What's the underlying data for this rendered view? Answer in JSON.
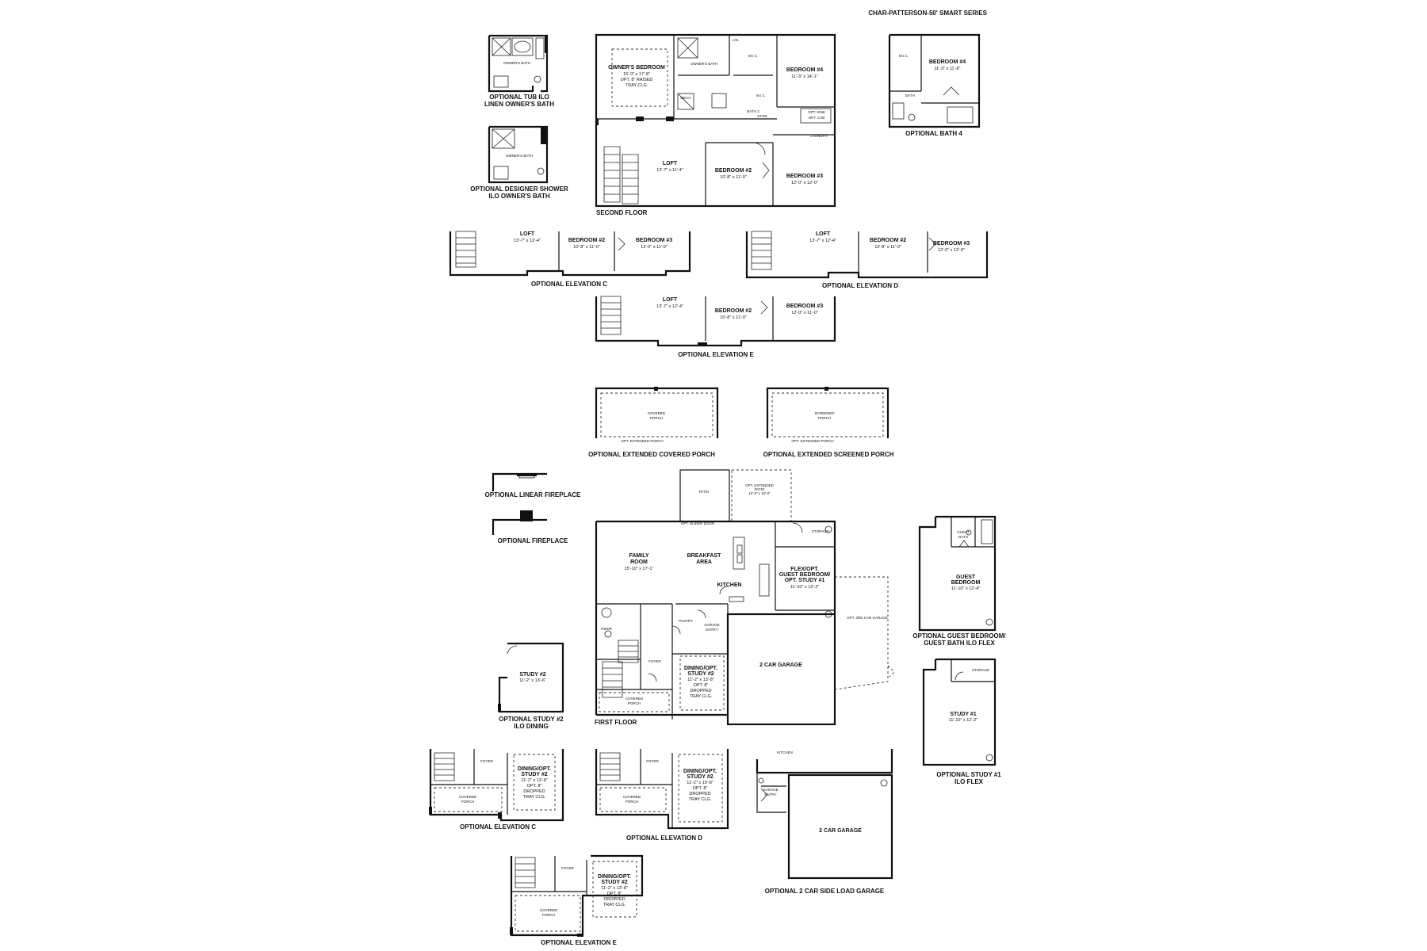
{
  "header": {
    "series_title": "CHAR-PATTERSON-50' SMART SERIES"
  },
  "second_floor": {
    "caption": "SECOND FLOOR",
    "owners_bedroom": {
      "name": "OWNER'S BEDROOM",
      "dims": "15'-0\" x 17'-8\"",
      "note1": "OPT. 8\" RAISED",
      "note2": "TRAY CLG."
    },
    "owners_bath": "OWNER'S BATH",
    "wic": "W.I.C.",
    "wic2": "W.I.C.",
    "mech": "MECH",
    "bath2": "BATH 2",
    "loft": {
      "name": "LOFT",
      "dims": "13'-7\" x 11'-4\""
    },
    "bedroom4": {
      "name": "BEDROOM #4",
      "dims": "11'-3\" x 14'-1\""
    },
    "bedroom2": {
      "name": "BEDROOM #2",
      "dims": "10'-8\" x 11'-0\""
    },
    "bedroom3": {
      "name": "BEDROOM #3",
      "dims": "12'-0\" x 12'-0\""
    },
    "laundry": "LAUNDRY",
    "linen": "LIN.",
    "stor": "STOR.",
    "opt_sink": "OPT. SINK",
    "opt_cab": "OPT. CAB"
  },
  "opt_tub": {
    "bath": "OWNER'S BATH",
    "caption1": "OPTIONAL TUB ILO",
    "caption2": "LINEN OWNER'S BATH"
  },
  "opt_shower": {
    "bath": "OWNER'S BATH",
    "caption1": "OPTIONAL DESIGNER SHOWER",
    "caption2": "ILO OWNER'S BATH"
  },
  "opt_bath4": {
    "bedroom": "BEDROOM #4",
    "dims": "11'-3\" x 11'-8\"",
    "wic": "W.I.C.",
    "bath": "BATH",
    "caption": "OPTIONAL BATH 4"
  },
  "elev_c2": {
    "loft": "LOFT",
    "loft_dims": "13'-7\" x 12'-4\"",
    "bed2": "BEDROOM #2",
    "bed2_dims": "10'-8\" x 11'-0\"",
    "bed3": "BEDROOM #3",
    "bed3_dims": "12'-0\" x 11'-0\"",
    "caption": "OPTIONAL ELEVATION C"
  },
  "elev_d2": {
    "loft": "LOFT",
    "loft_dims": "13'-7\" x 12'-4\"",
    "bed2": "BEDROOM #2",
    "bed2_dims": "10'-8\" x 11'-0\"",
    "bed3": "BEDROOM #3",
    "bed3_dims": "12'-0\" x 12'-0\"",
    "caption": "OPTIONAL ELEVATION D"
  },
  "elev_e2": {
    "loft": "LOFT",
    "loft_dims": "13'-7\" x 12'-4\"",
    "bed2": "BEDROOM #2",
    "bed2_dims": "10'-8\" x 11'-0\"",
    "bed3": "BEDROOM #3",
    "bed3_dims": "12'-0\" x 11'-0\"",
    "caption": "OPTIONAL ELEVATION E"
  },
  "porch_covered": {
    "label1": "COVERED",
    "label2": "PORCH",
    "note": "OPT. EXTENDED PORCH",
    "caption": "OPTIONAL EXTENDED COVERED PORCH"
  },
  "porch_screened": {
    "label1": "SCREENED",
    "label2": "PORCH",
    "note": "OPT. EXTENDED PORCH",
    "caption": "OPTIONAL EXTENDED SCREENED PORCH"
  },
  "fireplaces": {
    "linear": "OPTIONAL LINEAR FIREPLACE",
    "standard": "OPTIONAL FIREPLACE"
  },
  "first_floor": {
    "caption": "FIRST FLOOR",
    "patio": "PATIO",
    "opt_patio1": "OPT. EXTENDED",
    "opt_patio2": "PATIO",
    "opt_patio3": "12'-0\" x 10'-0\"",
    "family_room": {
      "name1": "FAMILY",
      "name2": "ROOM",
      "dims": "15'-10\" x 17'-1\""
    },
    "breakfast": {
      "name1": "BREAKFAST",
      "name2": "AREA"
    },
    "kitchen": "KITCHEN",
    "storage": "STORAGE",
    "flex": {
      "name1": "FLEX/OPT.",
      "name2": "GUEST BEDROOM/",
      "name3": "OPT. STUDY #1",
      "dims": "11'-10\" x 12'-2\""
    },
    "pwdr": "PWDR",
    "pantry": "PANTRY",
    "garage_entry1": "GARAGE",
    "garage_entry2": "ENTRY",
    "foyer": "FOYER",
    "dining": {
      "name1": "DINING/OPT.",
      "name2": "STUDY #2",
      "dims": "11'-2\" x 13'-8\"",
      "note1": "OPT. 8\"",
      "note2": "DROPPED",
      "note3": "TRAY CLG."
    },
    "covered_porch1": "COVERED",
    "covered_porch2": "PORCH",
    "garage": "2 CAR GARAGE",
    "opt_slider": "OPT. SLIDER DOOR",
    "opt_garage": "OPT. 3RD CAR GARAGE"
  },
  "opt_guest": {
    "bath1": "GUEST",
    "bath2": "BATH",
    "bed1": "GUEST",
    "bed2": "BEDROOM",
    "dims": "11'-10\" x 12'-4\"",
    "caption1": "OPTIONAL GUEST BEDROOM/",
    "caption2": "GUEST BATH ILO FLEX"
  },
  "opt_study1": {
    "storage": "STORAGE",
    "name": "STUDY #1",
    "dims": "11'-10\" x 12'-2\"",
    "caption1": "OPTIONAL STUDY #1",
    "caption2": "ILO FLEX"
  },
  "opt_study2": {
    "name": "STUDY #2",
    "dims": "11'-2\" x 13'-6\"",
    "caption1": "OPTIONAL STUDY #2",
    "caption2": "ILO DINING"
  },
  "elev_c1": {
    "foyer": "FOYER",
    "dining1": "DINING/OPT.",
    "dining2": "STUDY #2",
    "dims": "11'-2\" x 13'-8\"",
    "n1": "OPT. 8\"",
    "n2": "DROPPED",
    "n3": "TRAY CLG.",
    "porch1": "COVERED",
    "porch2": "PORCH",
    "caption": "OPTIONAL ELEVATION C"
  },
  "elev_d1": {
    "foyer": "FOYER",
    "dining1": "DINING/OPT.",
    "dining2": "STUDY #2",
    "dims": "11'-2\" x 15'-8\"",
    "n1": "OPT. 8\"",
    "n2": "DROPPED",
    "n3": "TRAY CLG.",
    "porch1": "COVERED",
    "porch2": "PORCH",
    "caption": "OPTIONAL ELEVATION D"
  },
  "elev_e1": {
    "foyer": "FOYER",
    "dining1": "DINING/OPT.",
    "dining2": "STUDY #2",
    "dims": "11'-2\" x 13'-8\"",
    "n1": "OPT. 8\"",
    "n2": "DROPPED",
    "n3": "TRAY CLG.",
    "porch1": "COVERED",
    "porch2": "PORCH",
    "caption": "OPTIONAL ELEVATION E"
  },
  "side_garage": {
    "kitchen": "KITCHEN",
    "entry1": "GARAGE",
    "entry2": "ENTRY",
    "garage": "2 CAR GARAGE",
    "caption": "OPTIONAL 2 CAR SIDE LOAD GARAGE"
  }
}
